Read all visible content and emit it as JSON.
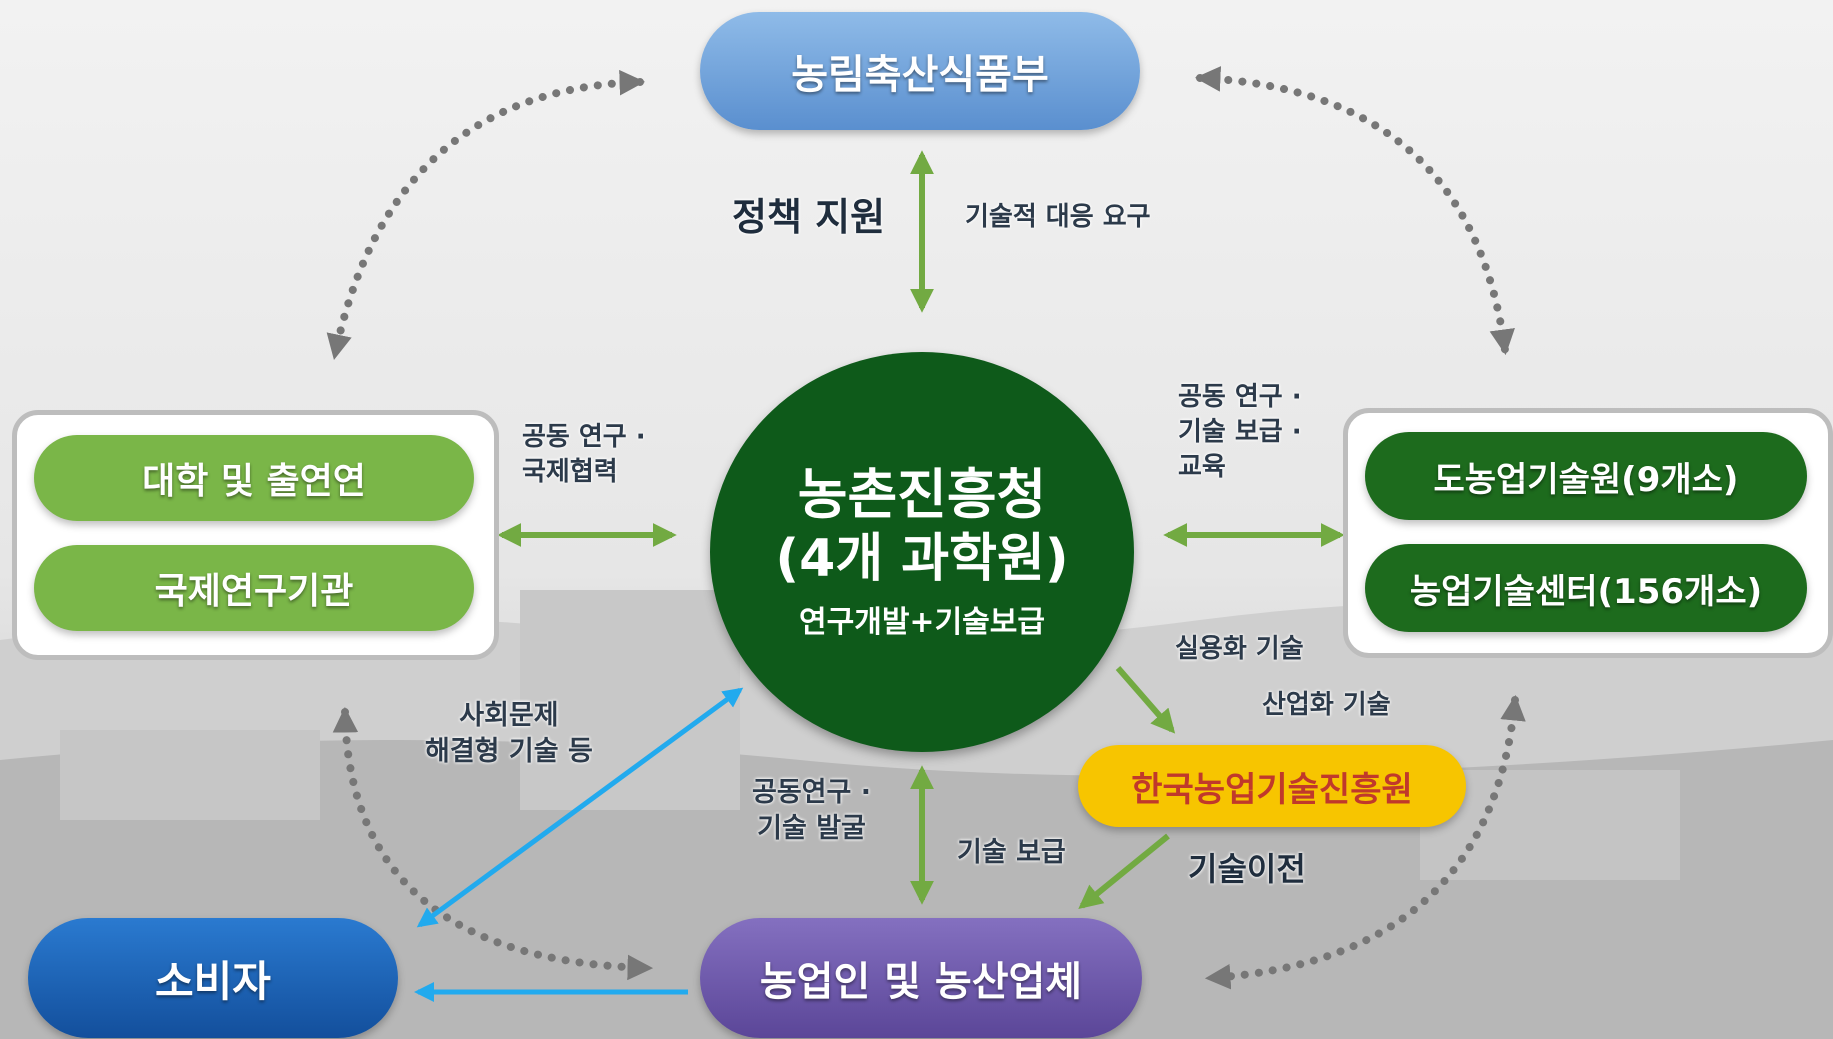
{
  "ministry": "농림축산식품부",
  "rda": {
    "title_line1": "농촌진흥청",
    "title_line2": "(4개 과학원)",
    "subtitle": "연구개발+기술보급"
  },
  "left_group": [
    "대학 및 출연연",
    "국제연구기관"
  ],
  "right_group": [
    "도농업기술원(9개소)",
    "농업기술센터(156개소)"
  ],
  "koat": "한국농업기술진흥원",
  "consumer": "소비자",
  "farmers": "농업인 및 농산업체",
  "labels": {
    "policy_support": "정책 지원",
    "tech_demand": "기술적 대응 요구",
    "left_coop_1": "공동 연구 ·",
    "left_coop_2": "국제협력",
    "right_coop_1": "공동 연구 ·",
    "right_coop_2": "기술 보급 ·",
    "right_coop_3": "교육",
    "practical_tech": "실용화 기술",
    "industrial_tech": "산업화 기술",
    "social_1": "사회문제",
    "social_2": "해결형 기술 등",
    "joint_research_1": "공동연구 ·",
    "joint_research_2": "기술 발굴",
    "tech_dissemination": "기술 보급",
    "tech_transfer": "기술이전"
  },
  "colors": {
    "ministry": "#6a9fd6",
    "rda": "#0e5a1a",
    "light_green": "#7ab648",
    "dark_green": "#1d6b1d",
    "koat": "#f7c500",
    "koat_text": "#c0392b",
    "consumer": "#1a63b8",
    "farmers": "#6a55a8",
    "arrow_green": "#72aa42",
    "arrow_blue": "#22aaee",
    "dotted": "#777777"
  }
}
